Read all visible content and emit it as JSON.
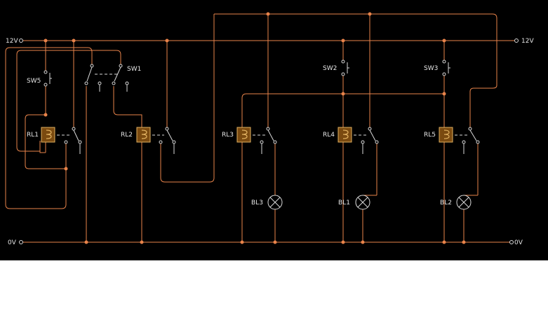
{
  "colors": {
    "background": "#000000",
    "wire": "#e8834a",
    "component": "#d9d9d9",
    "relay_fill": "#7a4a10",
    "relay_stroke": "#e0b060",
    "text": "#e6e6e6",
    "below_canvas": "#ffffff"
  },
  "rails": {
    "supply_left": "12V",
    "supply_right": "12V",
    "ground_left": "0V",
    "ground_right": "0V"
  },
  "switches": {
    "sw5": "SW5",
    "sw1": "SW1",
    "sw2": "SW2",
    "sw3": "SW3"
  },
  "relays": {
    "rl1": "RL1",
    "rl2": "RL2",
    "rl3": "RL3",
    "rl4": "RL4",
    "rl5": "RL5"
  },
  "lamps": {
    "bl3": "BL3",
    "bl1": "BL1",
    "bl2": "BL2"
  }
}
